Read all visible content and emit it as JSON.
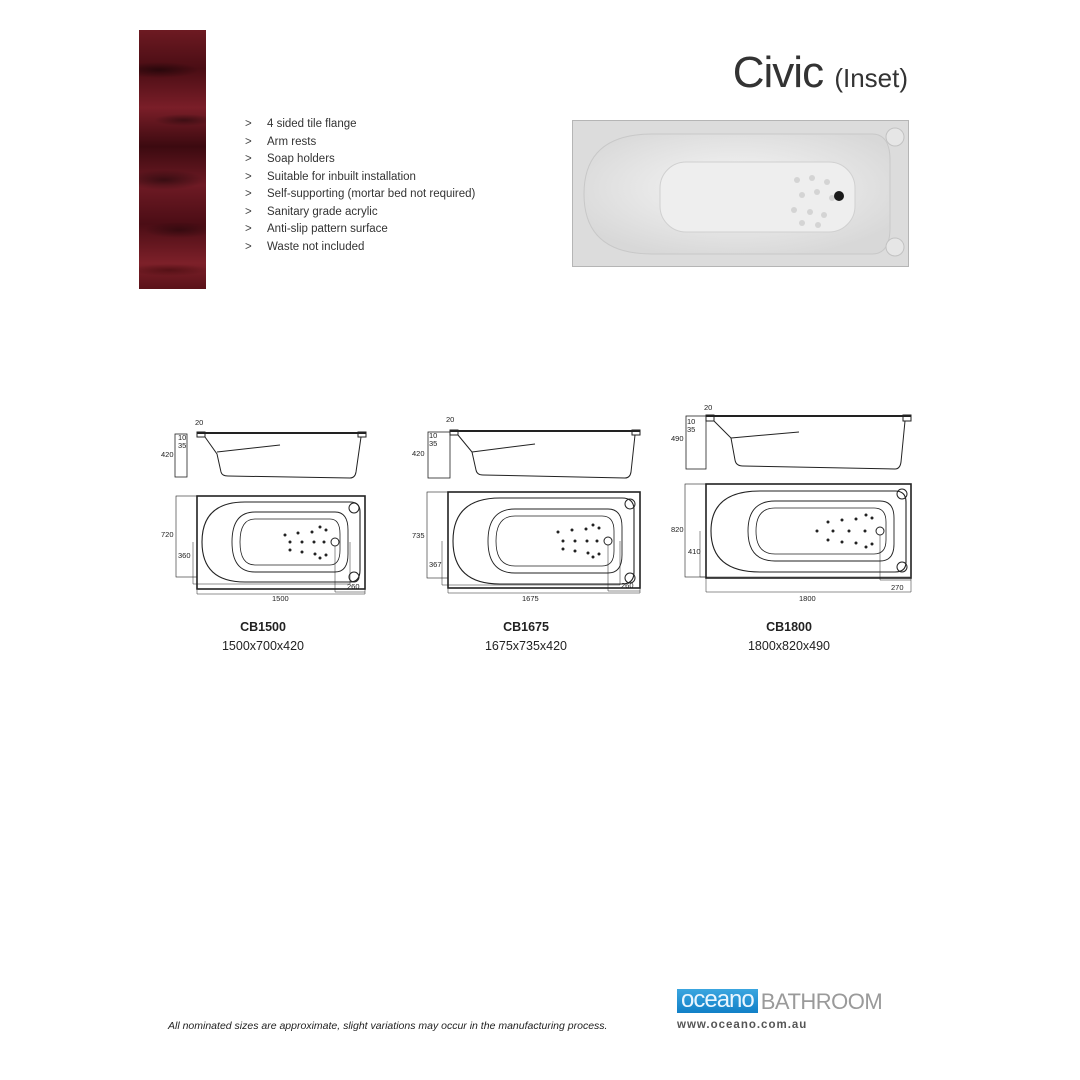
{
  "header": {
    "title": "Civic",
    "subtitle": "(Inset)"
  },
  "features": [
    {
      "bullet": ">",
      "text": "4 sided tile flange"
    },
    {
      "bullet": ">",
      "text": "Arm rests"
    },
    {
      "bullet": ">",
      "text": "Soap holders"
    },
    {
      "bullet": ">",
      "text": "Suitable for inbuilt installation"
    },
    {
      "bullet": ">",
      "text": "Self-supporting (mortar bed not required)"
    },
    {
      "bullet": ">",
      "text": "Sanitary grade acrylic"
    },
    {
      "bullet": ">",
      "text": "Anti-slip pattern surface"
    },
    {
      "bullet": ">",
      "text": "Waste not included"
    }
  ],
  "models": [
    {
      "code": "CB1500",
      "size": "1500x700x420",
      "side": {
        "flange_top": "20",
        "flange_a": "10",
        "flange_b": "35",
        "height": "420"
      },
      "plan": {
        "width": "720",
        "half_width": "360",
        "waste_offset": "260",
        "length": "1500"
      }
    },
    {
      "code": "CB1675",
      "size": "1675x735x420",
      "side": {
        "flange_top": "20",
        "flange_a": "10",
        "flange_b": "35",
        "height": "420"
      },
      "plan": {
        "width": "735",
        "half_width": "367",
        "waste_offset": "260",
        "length": "1675"
      }
    },
    {
      "code": "CB1800",
      "size": "1800x820x490",
      "side": {
        "flange_top": "20",
        "flange_a": "10",
        "flange_b": "35",
        "height": "490"
      },
      "plan": {
        "width": "820",
        "half_width": "410",
        "waste_offset": "270",
        "length": "1800"
      }
    }
  ],
  "footer": {
    "disclaimer": "All nominated sizes are approximate, slight variations may occur in the manufacturing process.",
    "brand_primary": "oceano",
    "brand_secondary": "BATHROOM",
    "url": "www.oceano.com.au"
  },
  "colors": {
    "swatch": "#5a1219",
    "brand_blue": "#1e90d6",
    "brand_grey": "#9a9a9a"
  }
}
